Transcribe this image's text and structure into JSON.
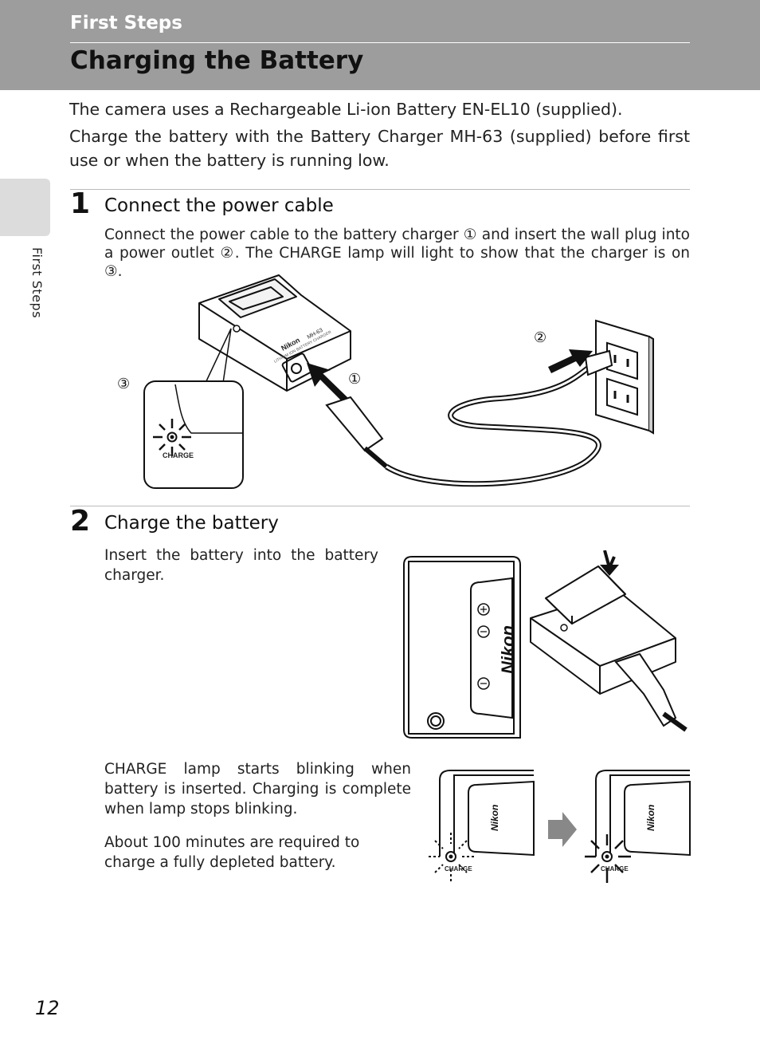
{
  "header": {
    "section": "First Steps",
    "title": "Charging the Battery"
  },
  "side_tab": {
    "label": "First Steps"
  },
  "intro": {
    "line1": "The camera uses a Rechargeable Li-ion Battery EN-EL10 (supplied).",
    "line2": "Charge the battery with the Battery Charger MH-63 (supplied) before first use or when the battery is running low."
  },
  "step1": {
    "number": "1",
    "title": "Connect the power cable",
    "text": "Connect the power cable to the battery charger ① and insert the wall plug into a power outlet ②. The CHARGE lamp will light to show that the charger is on ③.",
    "callouts": [
      "①",
      "②",
      "③"
    ],
    "lamp_label": "CHARGE",
    "charger_brand": "Nikon",
    "charger_model": "MH-63",
    "charger_caption": "LITHIUM ION BATTERY CHARGER"
  },
  "step2": {
    "number": "2",
    "title": "Charge the battery",
    "text1": "Insert the battery into the battery charger.",
    "text2": "CHARGE lamp starts blinking when battery is inserted. Charging is complete when lamp stops blinking.",
    "text3": "About 100 minutes are required to charge a fully depleted battery.",
    "battery_brand": "Nikon",
    "lamp_label_left": "CHARGE",
    "lamp_label_right": "CHARGE"
  },
  "page": {
    "number": "12"
  }
}
